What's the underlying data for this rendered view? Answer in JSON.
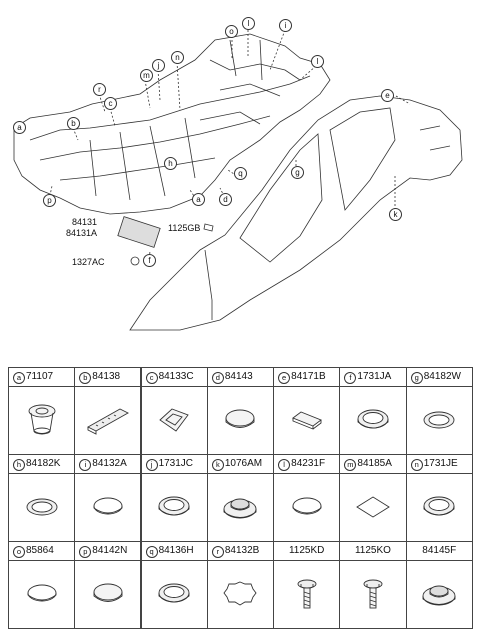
{
  "callouts": [
    "o",
    "l",
    "i",
    "n",
    "j",
    "m",
    "l",
    "r",
    "c",
    "e",
    "b",
    "a",
    "h",
    "q",
    "g",
    "d",
    "a",
    "k",
    "p",
    "f"
  ],
  "diagram_labels": {
    "p84131": "84131",
    "p84131a": "84131A",
    "p1125gb": "1125GB",
    "p1327ac": "1327AC"
  },
  "parts": [
    {
      "letter": "a",
      "code": "71107",
      "icon": "grommet-tall"
    },
    {
      "letter": "b",
      "code": "84138",
      "icon": "pad-strip"
    },
    {
      "letter": "c",
      "code": "84133C",
      "icon": "square-ring"
    },
    {
      "letter": "d",
      "code": "84143",
      "icon": "oval-plug"
    },
    {
      "letter": "e",
      "code": "84171B",
      "icon": "small-pad"
    },
    {
      "letter": "f",
      "code": "1731JA",
      "icon": "grommet-ring"
    },
    {
      "letter": "g",
      "code": "84182W",
      "icon": "flat-ring"
    },
    {
      "letter": "h",
      "code": "84182K",
      "icon": "flat-ring"
    },
    {
      "letter": "i",
      "code": "84132A",
      "icon": "round-plug"
    },
    {
      "letter": "j",
      "code": "1731JC",
      "icon": "grommet-ring"
    },
    {
      "letter": "k",
      "code": "1076AM",
      "icon": "grommet-large"
    },
    {
      "letter": "l",
      "code": "84231F",
      "icon": "round-plug"
    },
    {
      "letter": "m",
      "code": "84185A",
      "icon": "sheet"
    },
    {
      "letter": "n",
      "code": "1731JE",
      "icon": "grommet-ring"
    },
    {
      "letter": "o",
      "code": "85864",
      "icon": "round-plug"
    },
    {
      "letter": "p",
      "code": "84142N",
      "icon": "oval-plug"
    },
    {
      "letter": "q",
      "code": "84136H",
      "icon": "grommet-ring"
    },
    {
      "letter": "r",
      "code": "84132B",
      "icon": "star-plug"
    },
    {
      "letter": "",
      "code": "1125KD",
      "icon": "bolt"
    },
    {
      "letter": "",
      "code": "1125KO",
      "icon": "bolt"
    },
    {
      "letter": "",
      "code": "84145F",
      "icon": "grommet-large"
    }
  ]
}
